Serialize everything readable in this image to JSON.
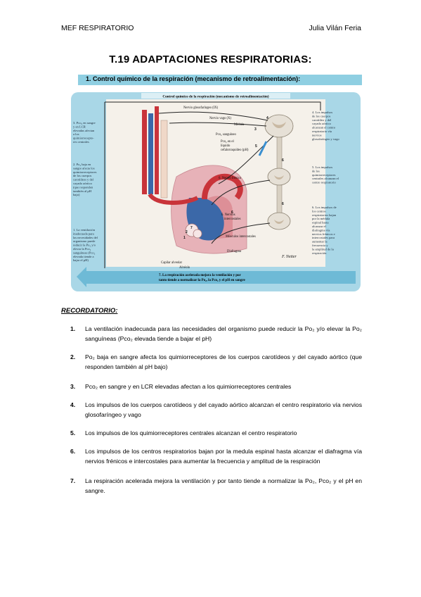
{
  "header": {
    "left": "MEF RESPIRATORIO",
    "right": "Julia Vilán Feria"
  },
  "title": "T.19 ADAPTACIONES RESPIRATORIAS:",
  "section": {
    "label": "1.   Control químico de la respiración (mecanismo de retroalimentación):"
  },
  "figure": {
    "banner": "Control químico de la respiración (mecanismo de retroalimentación)",
    "bottom_caption_1": "7. La respiración acelerada mejora la ventilación y por",
    "bottom_caption_2": "tanto tiende a normalizar la Po₂, la Pco₂ y el pH en sangre",
    "left_notes": [
      [
        "3. Pco₂ en sangre",
        "y en LCR",
        "elevadas afectan",
        "a los",
        "quimiorreceptо-",
        "res centrales"
      ],
      [
        "2. Po₂ baja en",
        "sangre afecta los",
        "quimiorreceptores",
        "de los cuerpos",
        "carotídeos y del",
        "cayado aórtico",
        "(que responden",
        "también al pH",
        "bajo)"
      ],
      [
        "1. La ventilación",
        "inadecuada para",
        "las necesidades del",
        "organismo puede",
        "reducir la Po₂ y/o",
        "elevar la Pco₂",
        "sanguíneas (Pco₂",
        "elevada tiende a",
        "bajar el pH)"
      ]
    ],
    "right_notes": [
      [
        "4. Los impulsos",
        "de los cuerpos",
        "carotídeo y del",
        "cayado aórtico",
        "alcanzan el centro",
        "respiratorio vía",
        "nervios",
        "glosofaríngeo y vago"
      ],
      [
        "5. Los impulsos",
        "de los",
        "quimiorreceptores",
        "centrales alcanzan el",
        "centro respiratorio"
      ],
      [
        "6. Los impulsos de",
        "los centros",
        "respiratorios bajan",
        "por la médula",
        "espinal hasta",
        "alcanzar el",
        "diafragma vía",
        "nervios frénicos e",
        "intercostales para",
        "aumentar la",
        "frecuencia y",
        "la amplitud de la",
        "respiración"
      ]
    ],
    "labels": {
      "glosofaringeo": "Nervio glosofaríngeo (IX)",
      "vago": "Nervio vago (X)",
      "medula": "Médula",
      "po2_sanguineo": "Pco₂ sanguíneo",
      "pco2_lcr_1": "Pco₂ en el",
      "pco2_lcr_2": "líquido",
      "pco2_lcr_3": "cefalorraquídeo (pH)",
      "frenico": "6. Nervio frénico",
      "intercostales_1": "6. Nervios",
      "intercostales_2": "intercostales",
      "musculos": "Músculos intercostales",
      "diafragma": "Diafragma",
      "capilar": "Capilar alveolar",
      "alveolo": "Alvéolo",
      "signature": "F. Netter"
    },
    "numbers": [
      "1",
      "2",
      "3",
      "4",
      "5",
      "6",
      "6",
      "6",
      "7"
    ],
    "colors": {
      "frame": "#a9d7e7",
      "panel": "#f5f1ea",
      "artery": "#c9343a",
      "vein": "#4a78b4",
      "lung": "#e7b2b8",
      "nerve": "#222222"
    }
  },
  "recordatorio": {
    "heading": "RECORDATORIO:",
    "items": [
      {
        "num": "1.",
        "text": "La ventilación inadecuada para las necesidades del organismo puede reducir la Po₂ y/o elevar la Po₂ sanguíneas (Pco₂ elevada tiende a bajar el pH)"
      },
      {
        "num": "2.",
        "text": "Po₂ baja en sangre afecta los quimiorreceptores de los cuerpos carotídeos y del cayado aórtico (que responden también al pH bajo)"
      },
      {
        "num": "3.",
        "text": "Pco₂ en sangre y en LCR elevadas afectan a los quimiorreceptores centrales"
      },
      {
        "num": "4.",
        "text": "Los impulsos de los cuerpos carotídeos y del cayado aórtico alcanzan el centro respiratorio vía nervios glosofaríngeo y vago"
      },
      {
        "num": "5.",
        "text": "Los impulsos de los quimiorreceptores centrales alcanzan el centro respiratorio"
      },
      {
        "num": "6.",
        "text": "Los impulsos de los centros respiratorios bajan por la medula espinal hasta alcanzar el diafragma vía nervios frénicos e intercostales para aumentar la frecuencia y amplitud de la respiración"
      },
      {
        "num": "7.",
        "text": "La respiración acelerada mejora la ventilación y por tanto tiende a normalizar la Po₂, Pco₂ y el pH en sangre."
      }
    ]
  }
}
